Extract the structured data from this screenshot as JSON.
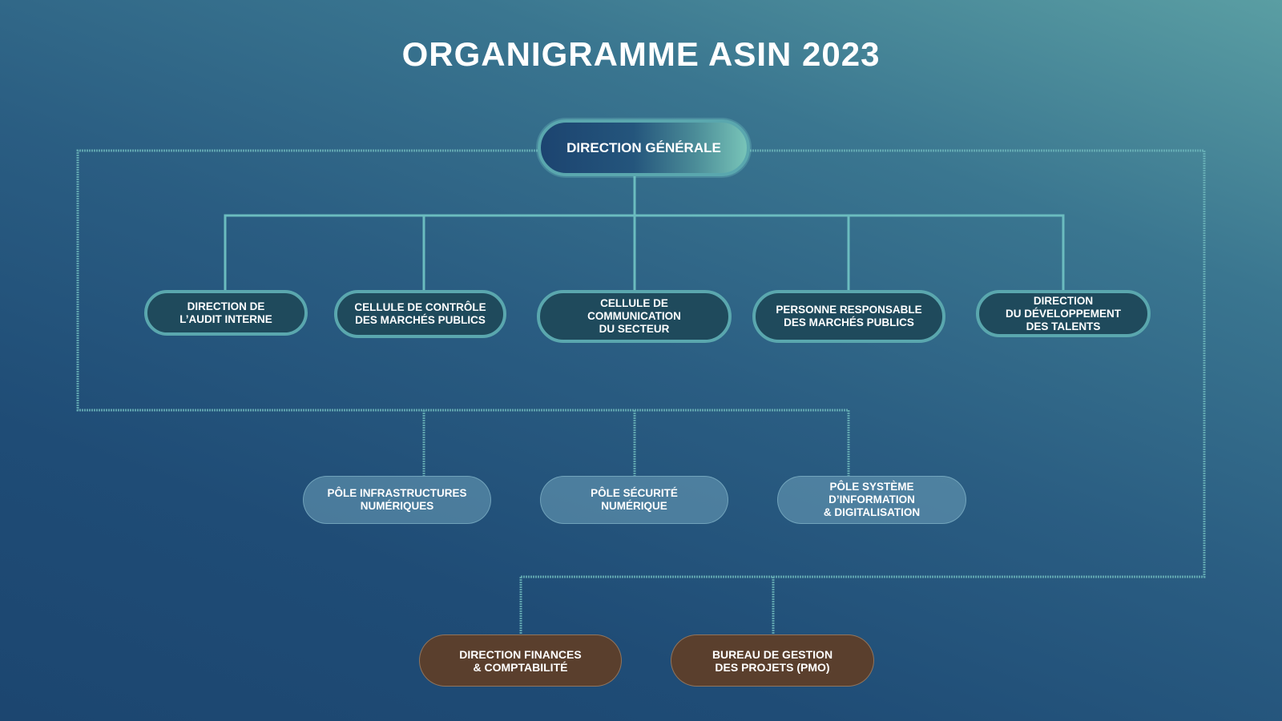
{
  "title": "ORGANIGRAMME ASIN 2023",
  "colors": {
    "solid_line": "#6bbcbf",
    "dashed_line": "#6bb3b8",
    "level2_fill": "#1f4a5c",
    "level4_fill": "#5a3f2d"
  },
  "root": {
    "label": "DIRECTION GÉNÉRALE"
  },
  "level2": [
    {
      "label": "DIRECTION DE\nL’AUDIT INTERNE"
    },
    {
      "label": "CELLULE DE CONTRÔLE\nDES MARCHÉS PUBLICS"
    },
    {
      "label": "CELLULE DE\nCOMMUNICATION\nDU SECTEUR"
    },
    {
      "label": "PERSONNE RESPONSABLE\nDES MARCHÉS PUBLICS"
    },
    {
      "label": "DIRECTION\nDU DÉVELOPPEMENT\nDES TALENTS"
    }
  ],
  "poles": [
    {
      "label": "PÔLE INFRASTRUCTURES\nNUMÉRIQUES"
    },
    {
      "label": "PÔLE SÉCURITÉ\nNUMÉRIQUE"
    },
    {
      "label": "PÔLE SYSTÈME\nD’INFORMATION\n& DIGITALISATION"
    }
  ],
  "support": [
    {
      "label": "DIRECTION FINANCES\n& COMPTABILITÉ"
    },
    {
      "label": "BUREAU DE GESTION\nDES PROJETS (PMO)"
    }
  ]
}
